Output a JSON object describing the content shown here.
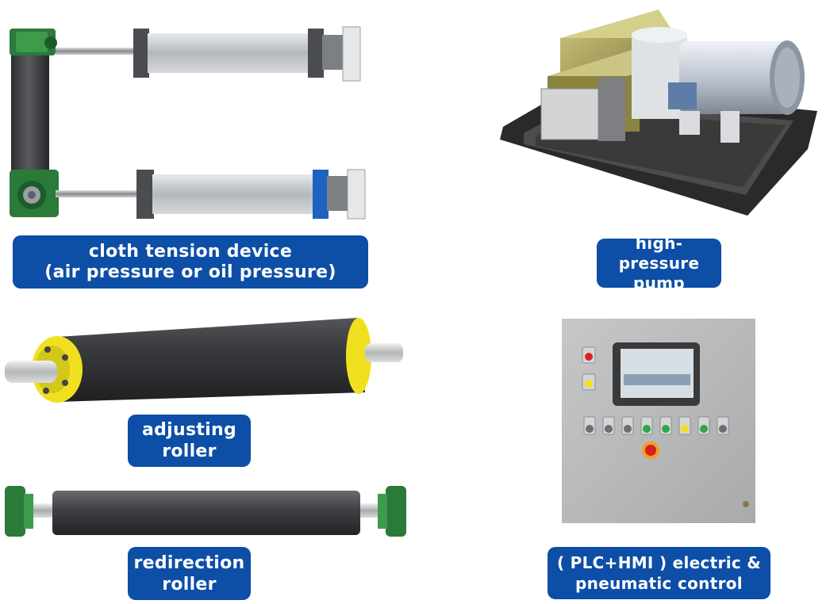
{
  "labels": {
    "cloth_tension": {
      "line1": "cloth tension device",
      "line2": "(air pressure or oil pressure)"
    },
    "pump": {
      "line1": "high-pressure",
      "line2": "pump"
    },
    "adjusting_roller": {
      "line1": "adjusting",
      "line2": "roller"
    },
    "redirection_roller": {
      "line1": "redirection",
      "line2": "roller"
    },
    "control": {
      "line1": "( PLC+HMI ) electric &",
      "line2": "pneumatic control"
    }
  },
  "colors": {
    "label_bg": "#0d4ea6",
    "label_text": "#ffffff",
    "roller_rubber": "#3a3b3e",
    "flange_green": "#2a7a3a",
    "end_cap_yellow": "#f0e020",
    "pump_frame": "#2a2a2a",
    "pump_olive": "#a8a05a",
    "panel_grey": "#b9babb"
  }
}
